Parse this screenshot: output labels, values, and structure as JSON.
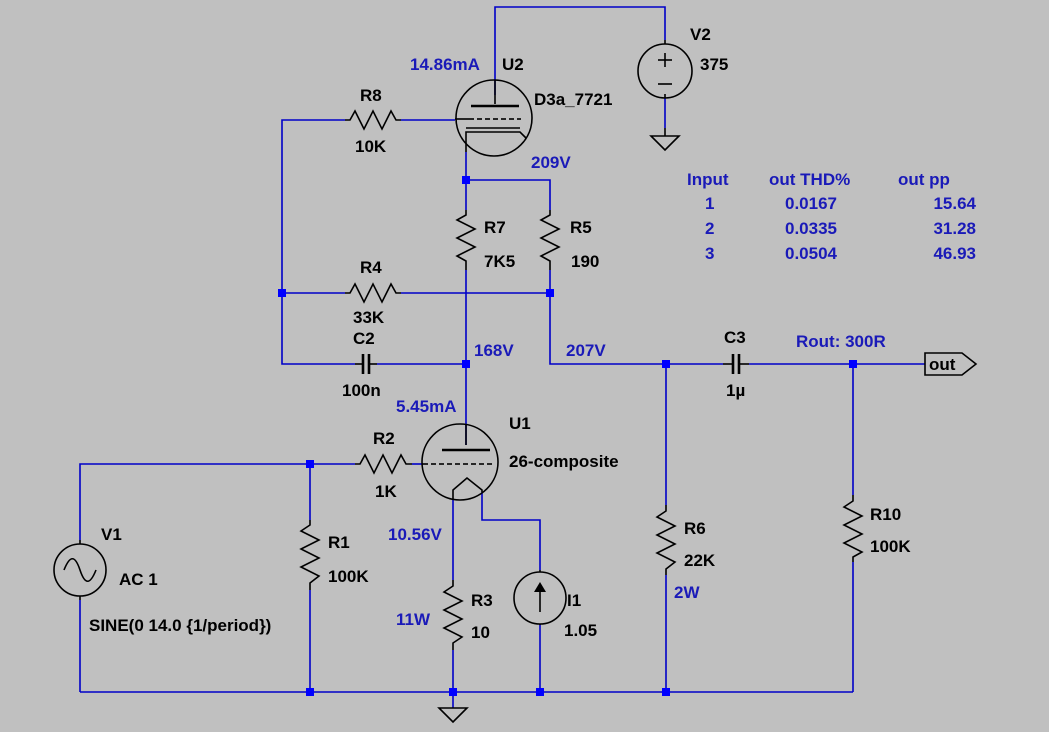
{
  "components": {
    "U2": {
      "ref": "U2",
      "model": "D3a_7721",
      "current": "14.86mA",
      "cathode_v": "209V"
    },
    "U1": {
      "ref": "U1",
      "model": "26-composite",
      "current": "5.45mA",
      "cathode_v": "10.56V"
    },
    "V2": {
      "ref": "V2",
      "value": "375"
    },
    "V1": {
      "ref": "V1",
      "value": "AC 1",
      "spec": "SINE(0 14.0 {1/period})"
    },
    "R1": {
      "ref": "R1",
      "value": "100K"
    },
    "R2": {
      "ref": "R2",
      "value": "1K"
    },
    "R3": {
      "ref": "R3",
      "value": "10",
      "power": "11W"
    },
    "R4": {
      "ref": "R4",
      "value": "33K"
    },
    "R5": {
      "ref": "R5",
      "value": "190"
    },
    "R6": {
      "ref": "R6",
      "value": "22K",
      "power": "2W"
    },
    "R7": {
      "ref": "R7",
      "value": "7K5"
    },
    "R8": {
      "ref": "R8",
      "value": "10K"
    },
    "R10": {
      "ref": "R10",
      "value": "100K"
    },
    "C2": {
      "ref": "C2",
      "value": "100n"
    },
    "C3": {
      "ref": "C3",
      "value": "1µ"
    },
    "I1": {
      "ref": "I1",
      "value": "1.05"
    }
  },
  "nodes": {
    "n168": "168V",
    "n207": "207V",
    "rout": "Rout: 300R",
    "out": "out"
  },
  "table": {
    "headers": [
      "Input",
      "out THD%",
      "out pp"
    ],
    "rows": [
      [
        "1",
        "0.0167",
        "15.64"
      ],
      [
        "2",
        "0.0335",
        "31.28"
      ],
      [
        "3",
        "0.0504",
        "46.93"
      ]
    ]
  },
  "colors": {
    "background": "#c0c0c0",
    "wire": "#0000c8",
    "component": "#000000",
    "annotation": "#1a1ab8"
  }
}
